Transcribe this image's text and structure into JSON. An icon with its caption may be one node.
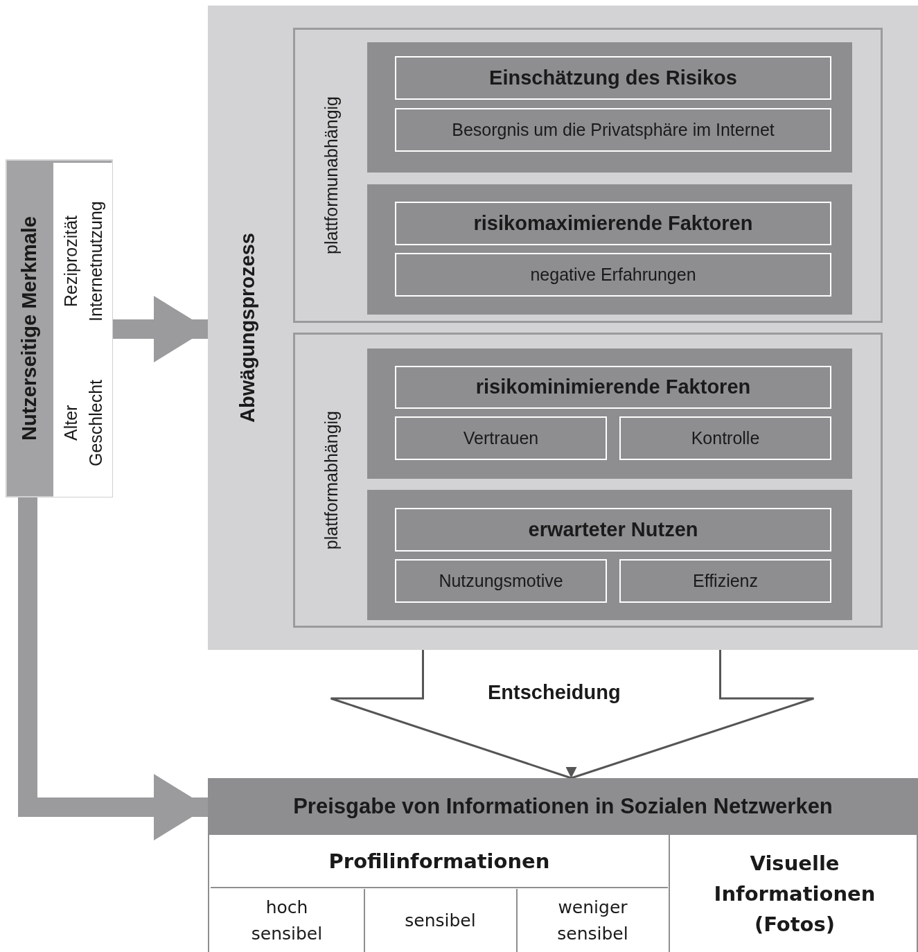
{
  "diagram": {
    "nodes": [
      {
        "text": [
          "Nutzerseitige Merkmale"
        ]
      },
      {
        "text": [
          "Reziprozität Internetnutzung",
          "Alter Geschlecht"
        ],
        "in": 0
      },
      {
        "text": [
          "Abwägungsprozess"
        ]
      },
      {
        "text": [
          "plattformunabhängig"
        ],
        "in": 2
      },
      {
        "text": [],
        "shape": "box",
        "in": 3
      },
      {
        "text": [
          "Einschätzung des Risikos"
        ],
        "in": 4
      },
      {
        "text": [
          "Besorgnis um die Privatsphäre im Internet"
        ],
        "in": 4
      },
      {
        "text": [],
        "shape": "box",
        "in": 3
      },
      {
        "text": [
          "risikomaximierende Faktoren"
        ],
        "in": 7
      },
      {
        "text": [
          "negative Erfahrungen"
        ],
        "in": 7
      },
      {
        "text": [
          "plattformabhängig"
        ],
        "in": 2
      },
      {
        "text": [],
        "shape": "box",
        "in": 10
      },
      {
        "text": [
          "risikominimierende Faktoren"
        ],
        "in": 11
      },
      {
        "text": [
          "Vertrauen"
        ],
        "in": 11
      },
      {
        "text": [
          "Kontrolle"
        ],
        "in": 11
      },
      {
        "text": [],
        "shape": "box",
        "in": 10
      },
      {
        "text": [
          "erwarteter Nutzen"
        ],
        "in": 15
      },
      {
        "text": [
          "Nutzungsmotive"
        ],
        "in": 15
      },
      {
        "text": [
          "Effizienz"
        ],
        "in": 15
      },
      {
        "text": [
          "Preisgabe von Informationen in Sozialen Netzwerken"
        ]
      },
      {
        "text": [
          "Profilinformationen"
        ],
        "in": 19
      },
      {
        "text": [
          "hoch sensibel"
        ],
        "in": 19
      },
      {
        "text": [
          "sensibel"
        ],
        "in": 19
      },
      {
        "text": [
          "weniger sensibel"
        ],
        "in": 19
      },
      {
        "text": [
          "Visuelle Informationen (Fotos)"
        ],
        "in": 19
      }
    ],
    "edges": [
      {
        "from": 0,
        "to": 2,
        "arrow": "to"
      },
      {
        "from": 2,
        "to": 19,
        "arrow": "to",
        "label": "Entscheidung",
        "color": "#555555"
      },
      {
        "from": 0,
        "to": 19,
        "arrow": "to"
      }
    ]
  }
}
